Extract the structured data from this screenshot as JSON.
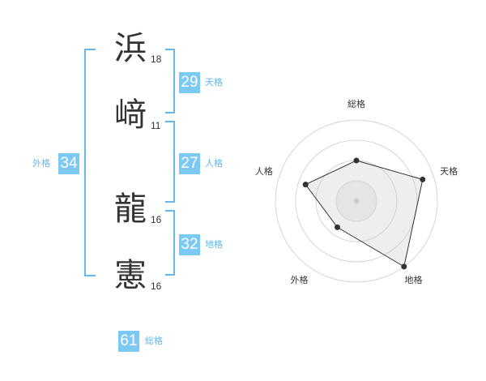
{
  "name_chars": [
    {
      "char": "浜",
      "strokes": "18"
    },
    {
      "char": "﨑",
      "strokes": "11"
    },
    {
      "char": "龍",
      "strokes": "16"
    },
    {
      "char": "憲",
      "strokes": "16"
    }
  ],
  "kaku": {
    "tenkaku": {
      "value": "29",
      "label": "天格"
    },
    "jinkaku": {
      "value": "27",
      "label": "人格"
    },
    "chikaku": {
      "value": "32",
      "label": "地格"
    },
    "gaikaku": {
      "value": "34",
      "label": "外格"
    },
    "soukaku": {
      "value": "61",
      "label": "総格"
    }
  },
  "colors": {
    "accent": "#7cc9f4",
    "bracket": "#66b7ee",
    "text": "#333333"
  },
  "chart_data": {
    "type": "radar",
    "axes": [
      "総格",
      "天格",
      "地格",
      "外格",
      "人格"
    ],
    "max": 5,
    "values": [
      2.5,
      4.3,
      5.0,
      2.0,
      3.3
    ],
    "rings": 4,
    "grid": true
  }
}
